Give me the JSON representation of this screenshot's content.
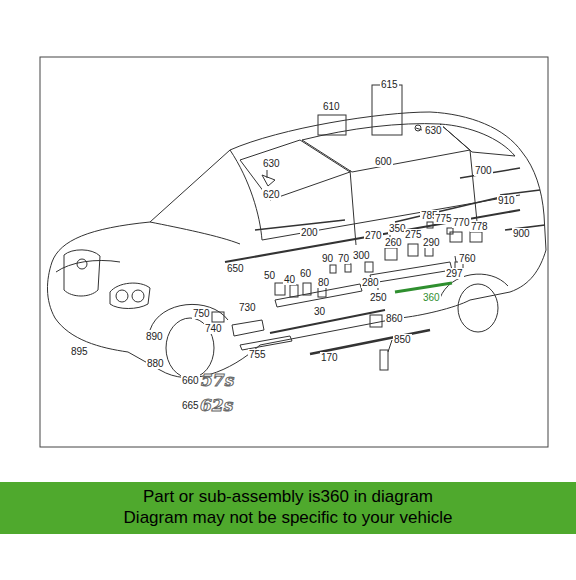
{
  "diagram": {
    "nodes": [
      {
        "text": [
          "Part or sub-assembly is360 in diagram",
          "Diagram may not be specific to your vehicle"
        ]
      }
    ],
    "labels": [
      "615",
      "610",
      "630",
      "630",
      "620",
      "600",
      "700",
      "910",
      "900",
      "350",
      "200",
      "785",
      "775",
      "770",
      "778",
      "270",
      "260",
      "275",
      "290",
      "760",
      "297",
      "650",
      "90",
      "70",
      "50",
      "40",
      "60",
      "80",
      "300",
      "280",
      "250",
      "360",
      "750",
      "730",
      "740",
      "30",
      "860",
      "890",
      "895",
      "880",
      "755",
      "170",
      "850",
      "660",
      "665",
      "57s",
      "62s"
    ]
  }
}
